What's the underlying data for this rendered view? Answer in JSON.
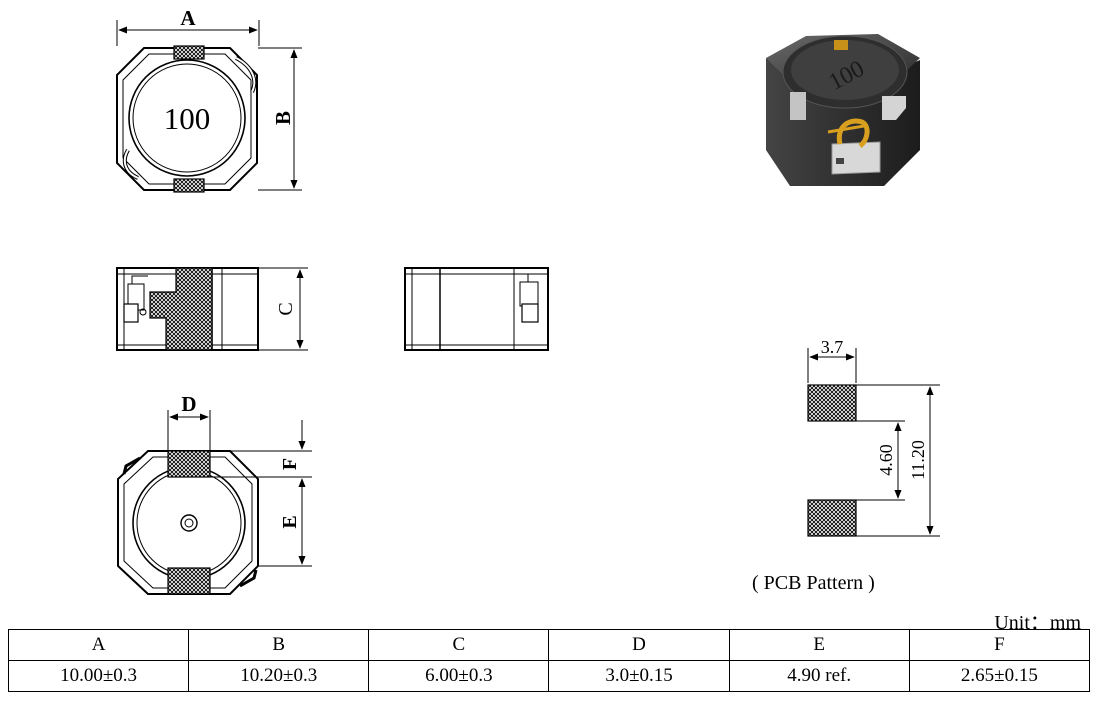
{
  "top_view": {
    "marking": "100",
    "dim_a": "A",
    "dim_b": "B"
  },
  "side_view": {
    "dim_c": "C"
  },
  "bottom_view": {
    "dim_d": "D",
    "dim_e": "E",
    "dim_f": "F"
  },
  "photo": {
    "marking": "100"
  },
  "pcb": {
    "pad_width": "3.7",
    "pad_gap": "4.60",
    "total_length": "11.20",
    "caption": "( PCB Pattern )"
  },
  "unit_label": "Unit：mm",
  "table": {
    "headers": [
      "A",
      "B",
      "C",
      "D",
      "E",
      "F"
    ],
    "values": [
      "10.00±0.3",
      "10.20±0.3",
      "6.00±0.3",
      "3.0±0.15",
      "4.90 ref.",
      "2.65±0.15"
    ]
  },
  "colors": {
    "line": "#000000",
    "body_dark": "#3a3a3a",
    "terminal": "#c8c8c8",
    "wire": "#d9a020"
  }
}
